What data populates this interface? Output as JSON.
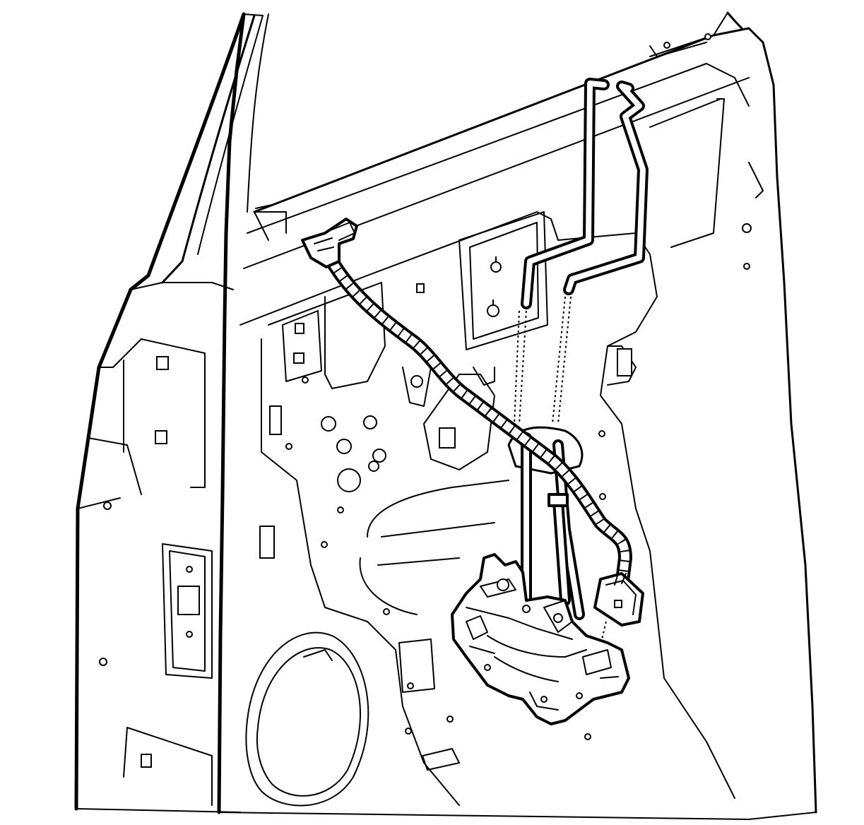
{
  "figure": {
    "background_color": "#ffffff",
    "line_color": "#000000",
    "components": [
      "door-frame",
      "door-inner-panel",
      "latch-actuator-assembly",
      "inside-handle-cable",
      "lock-rod-cable",
      "wiring-harness",
      "harness-connector",
      "speaker-opening"
    ]
  }
}
